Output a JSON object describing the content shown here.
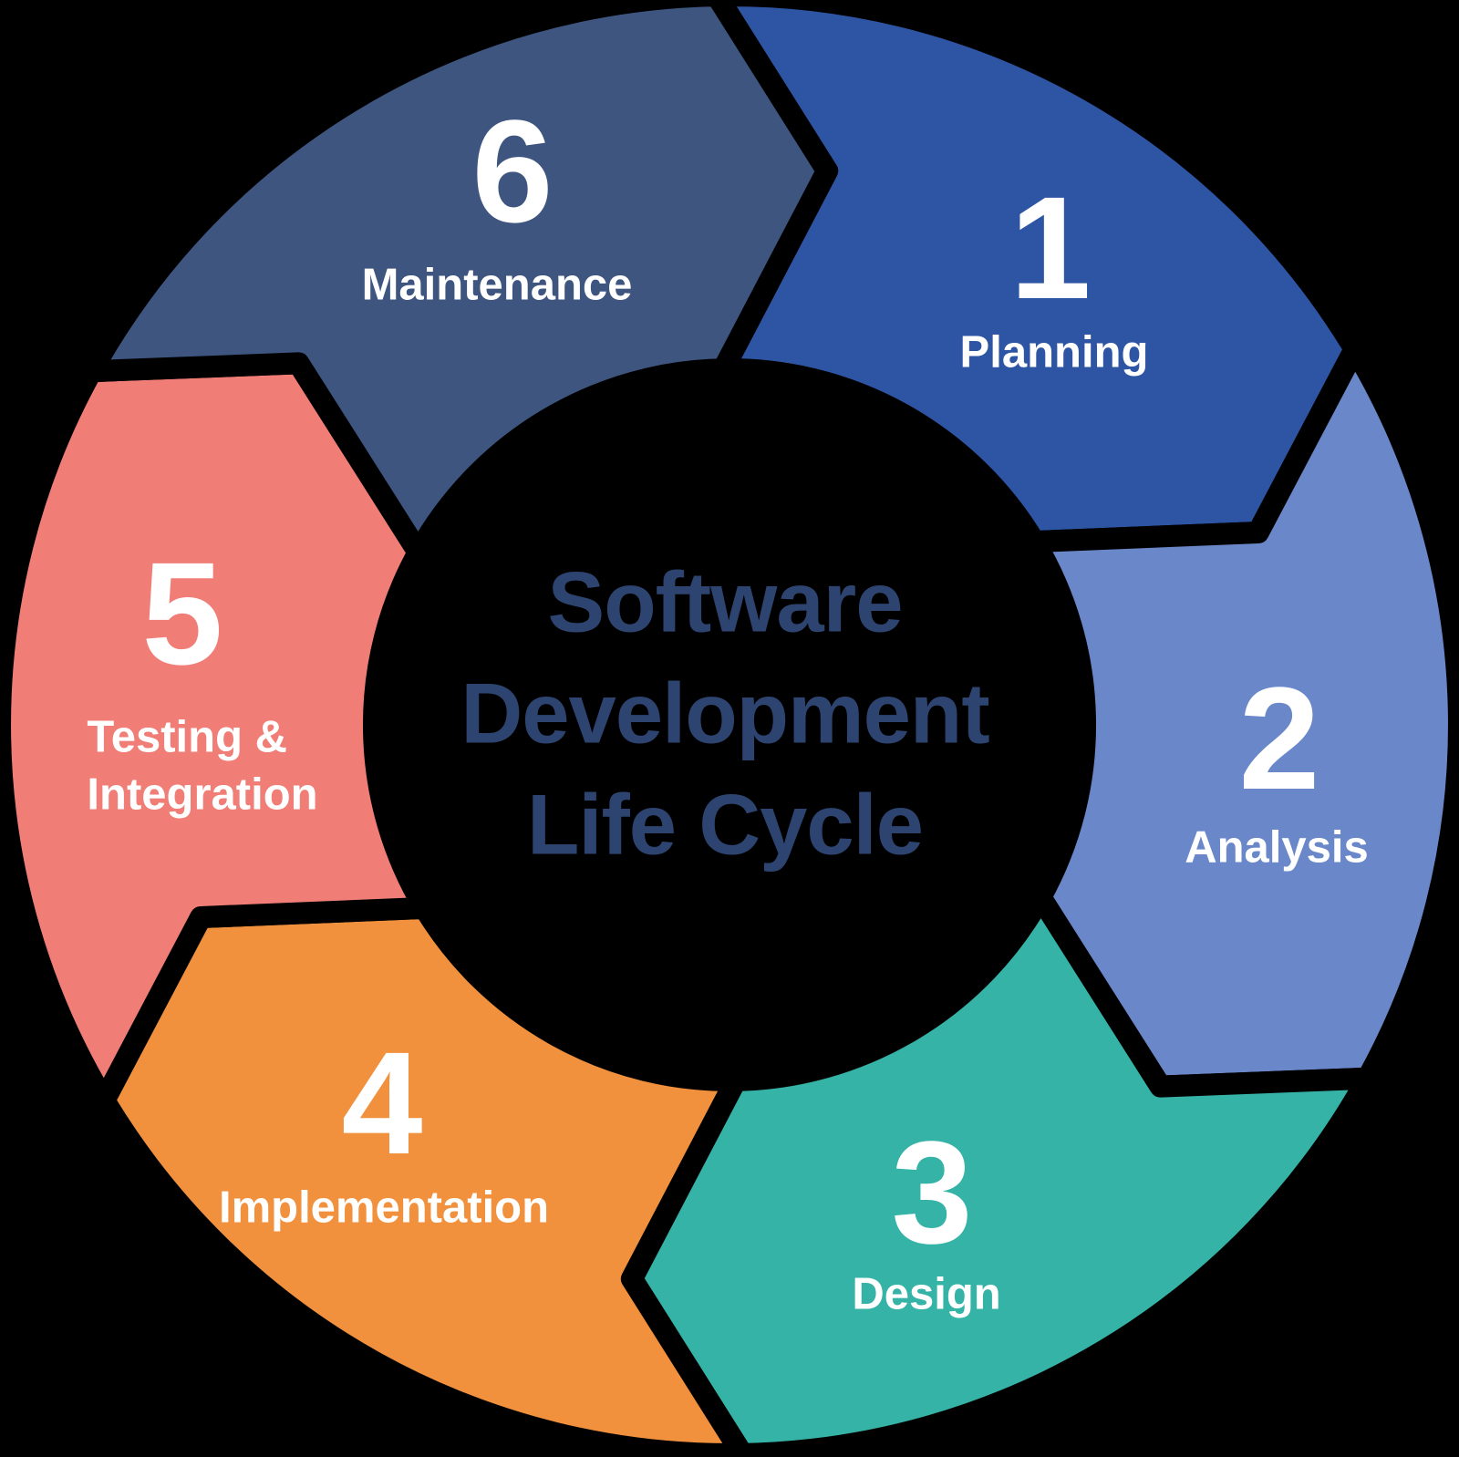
{
  "title": {
    "text": "Software\nDevelopment\nLife Cycle",
    "color": "#2E4470"
  },
  "background_color": "#000000",
  "label_text_color": "#FFFFFF",
  "segments": [
    {
      "number": "1",
      "label": "Planning",
      "color": "#2E55A4"
    },
    {
      "number": "2",
      "label": "Analysis",
      "color": "#6A88C9"
    },
    {
      "number": "3",
      "label": "Design",
      "color": "#35B3A7"
    },
    {
      "number": "4",
      "label": "Implementation",
      "color": "#F2913D"
    },
    {
      "number": "5",
      "label": "Testing &\nIntegration",
      "color": "#F07D76"
    },
    {
      "number": "6",
      "label": "Maintenance",
      "color": "#3E5580"
    }
  ]
}
